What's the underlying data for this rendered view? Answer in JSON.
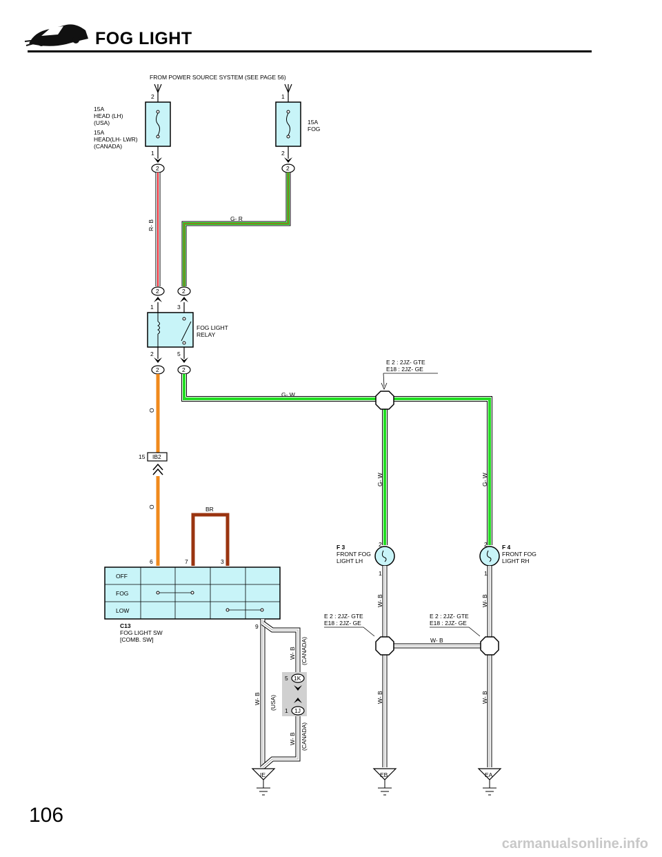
{
  "title": "FOG LIGHT",
  "page_number": "106",
  "watermark": "carmanualsonline.info",
  "power_source": "FROM POWER SOURCE SYSTEM (SEE PAGE 56)",
  "fuse_head": {
    "line1": "15A",
    "line2": "HEAD (LH)",
    "line3": "(USA)",
    "line4": "15A",
    "line5": "HEAD(LH- LWR)",
    "line6": "(CANADA)",
    "pin_top": "2",
    "pin_bottom": "1"
  },
  "fuse_fog": {
    "line1": "15A",
    "line2": "FOG",
    "pin_top": "1",
    "pin_bottom": "2"
  },
  "connector_2": "2",
  "relay": {
    "line1": "FOG LIGHT",
    "line2": "RELAY",
    "pin1": "1",
    "pin3": "3",
    "pin2": "2",
    "pin5": "5"
  },
  "wires": {
    "r_b": "R- B",
    "g_r": "G- R",
    "g_w": "G- W",
    "o": "O",
    "br": "BR",
    "w_b": "W- B"
  },
  "junction_ib2": {
    "label": "IB2",
    "pin": "15"
  },
  "splice_top": {
    "line1": "E 2 : 2JZ- GTE",
    "line2": "E18 : 2JZ- GE"
  },
  "splice_left": {
    "line1": "E 2 : 2JZ- GTE",
    "line2": "E18 : 2JZ- GE"
  },
  "splice_right": {
    "line1": "E 2 : 2JZ- GTE",
    "line2": "E18 : 2JZ- GE"
  },
  "switch": {
    "code": "C13",
    "line1": "FOG LIGHT SW",
    "line2": "[COMB.  SW]",
    "rows": [
      "OFF",
      "FOG",
      "LOW"
    ],
    "pin6": "6",
    "pin7": "7",
    "pin3": "3",
    "pin9": "9"
  },
  "fog_lh": {
    "code": "F 3",
    "line1": "FRONT FOG",
    "line2": "LIGHT LH",
    "pin_top": "2",
    "pin_bottom": "1"
  },
  "fog_rh": {
    "code": "F 4",
    "line1": "FRONT FOG",
    "line2": "LIGHT RH",
    "pin_top": "2",
    "pin_bottom": "1"
  },
  "connector_1k": {
    "label": "1K",
    "pin": "5"
  },
  "connector_1j": {
    "label": "1J",
    "pin": "1"
  },
  "variants": {
    "usa": "(USA)",
    "canada": "(CANADA)"
  },
  "grounds": {
    "ie": "IE",
    "eb": "EB",
    "ea": "EA"
  },
  "colors": {
    "red_wire": "#e8202a",
    "green_wire": "#22dd22",
    "orange_wire": "#f08a1c",
    "brown_wire": "#9a3410",
    "component_fill": "#c8f4f8",
    "connector_shade": "#d0d0d0"
  }
}
